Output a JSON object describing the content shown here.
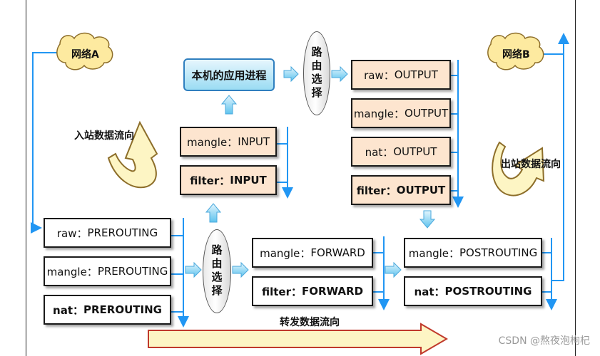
{
  "clouds": {
    "left": "网络A",
    "right": "网络B"
  },
  "app_process": "本机的应用进程",
  "route_select": "路由选择",
  "inbound_label": "入站数据流向",
  "outbound_label": "出站数据流向",
  "forward_label": "转发数据流向",
  "prerouting": [
    {
      "table": "raw：",
      "chain": "PREROUTING",
      "bold": false
    },
    {
      "table": "mangle：",
      "chain": "PREROUTING",
      "bold": false
    },
    {
      "table": "nat：",
      "chain": "PREROUTING",
      "bold": true
    }
  ],
  "input": [
    {
      "table": "mangle：",
      "chain": "INPUT",
      "bold": false
    },
    {
      "table": "filter：",
      "chain": "INPUT",
      "bold": true
    }
  ],
  "output": [
    {
      "table": "raw：",
      "chain": "OUTPUT",
      "bold": false
    },
    {
      "table": "mangle：",
      "chain": "OUTPUT",
      "bold": false
    },
    {
      "table": "nat：",
      "chain": "OUTPUT",
      "bold": false
    },
    {
      "table": "filter：",
      "chain": "OUTPUT",
      "bold": true
    }
  ],
  "forward": [
    {
      "table": "mangle：",
      "chain": "FORWARD",
      "bold": false
    },
    {
      "table": "filter：",
      "chain": "FORWARD",
      "bold": true
    }
  ],
  "postrouting": [
    {
      "table": "mangle：",
      "chain": "POSTROUTING",
      "bold": false
    },
    {
      "table": "nat：",
      "chain": "POSTROUTING",
      "bold": true
    }
  ],
  "watermark": "CSDN @熬夜泡枸杞",
  "colors": {
    "line": "#2196f3",
    "tan": "#fde5cf",
    "arrow_fill": "#fdf5c4",
    "arrow_stroke": "#c0392b"
  }
}
